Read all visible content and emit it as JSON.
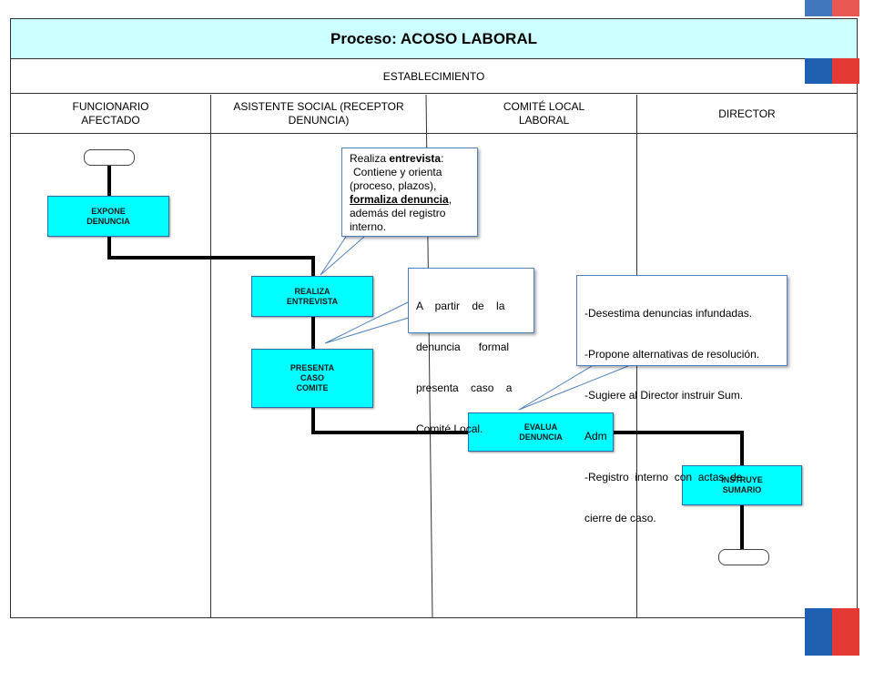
{
  "title": "Proceso:  ACOSO LABORAL",
  "organization": "ESTABLECIMIENTO",
  "lanes": [
    {
      "label_line1": "FUNCIONARIO",
      "label_line2": "AFECTADO"
    },
    {
      "label_line1": "ASISTENTE  SOCIAL (RECEPTOR",
      "label_line2": "DENUNCIA)"
    },
    {
      "label_line1": "COMITÉ  LOCAL",
      "label_line2": "LABORAL"
    },
    {
      "label_line1": "DIRECTOR",
      "label_line2": ""
    }
  ],
  "steps": {
    "expone": {
      "line1": "EXPONE",
      "line2": "DENUNCIA"
    },
    "realiza": {
      "line1": "REALIZA",
      "line2": "ENTREVISTA"
    },
    "presenta": {
      "line1": "PRESENTA",
      "line2": "CASO",
      "line3": "COMITE"
    },
    "evalua": {
      "line1": "EVALUA",
      "line2": "DENUNCIA"
    },
    "instruye": {
      "line1": "INSTRUYE",
      "line2": "SUMARIO"
    }
  },
  "notes": {
    "entrevista": {
      "line1_prefix": "Realiza ",
      "line1_bold": "entrevista",
      "line1_suffix": ":",
      "line2": "Contiene y orienta",
      "line3": "(proceso, plazos),",
      "line4_bold_underline": "formaliza denuncia",
      "line4_suffix": ",",
      "line5": "además del registro",
      "line6": "interno."
    },
    "comite": {
      "line1": "A    partir    de    la",
      "line2": "denuncia      formal",
      "line3": "presenta    caso    a",
      "line4": "Comité Local."
    },
    "evaluacion": {
      "line1": "-Desestima denuncias infundadas.",
      "line2": "-Propone alternativas de resolución.",
      "line3": "-Sugiere al Director instruir Sum.",
      "line4": "Adm",
      "line5": "-Registro  interno  con  actas  de",
      "line6": "cierre de caso."
    }
  },
  "colors": {
    "step_fill": "#00ffff",
    "title_fill": "#ccffff",
    "note_border": "#4f81bd",
    "deco_blue": "#1f5fb0",
    "deco_red": "#e53935"
  }
}
